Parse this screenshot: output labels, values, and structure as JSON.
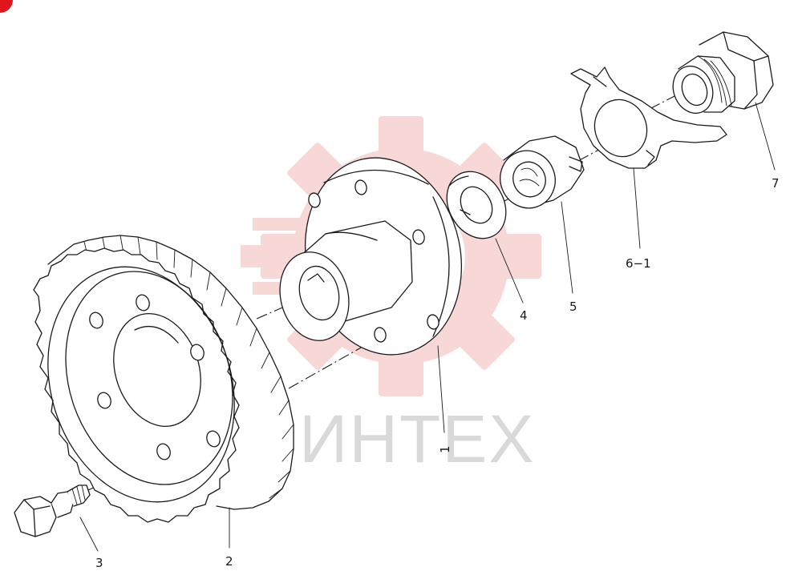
{
  "diagram": {
    "watermark_text": "ИНТЕХ",
    "watermark_color": "#f2b5b5",
    "corner_badge_color": "#e0161c",
    "callouts": [
      {
        "id": "1",
        "label": "1"
      },
      {
        "id": "2",
        "label": "2"
      },
      {
        "id": "3",
        "label": "3"
      },
      {
        "id": "4",
        "label": "4"
      },
      {
        "id": "5",
        "label": "5"
      },
      {
        "id": "6-1",
        "label": "6−1"
      },
      {
        "id": "7",
        "label": "7"
      }
    ]
  }
}
